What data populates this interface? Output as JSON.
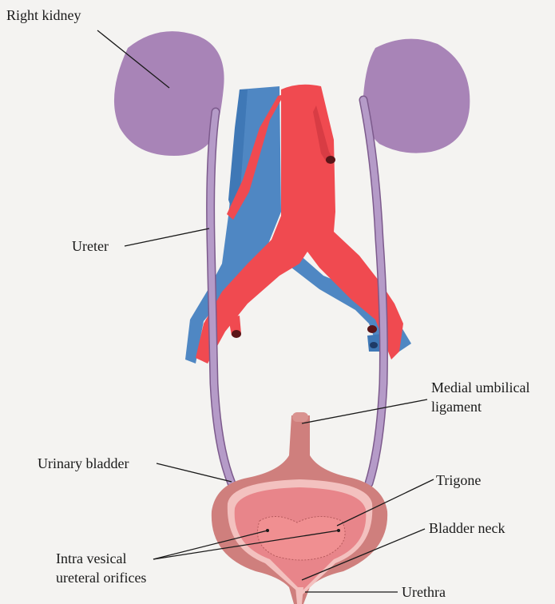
{
  "labels": {
    "right_kidney": "Right kidney",
    "ureter": "Ureter",
    "medial_umbilical_line1": "Medial umbilical",
    "medial_umbilical_line2": "ligament",
    "urinary_bladder": "Urinary bladder",
    "trigone": "Trigone",
    "bladder_neck": "Bladder neck",
    "intra_vesical_line1": "Intra vesical",
    "intra_vesical_line2": "ureteral orifices",
    "urethra": "Urethra"
  },
  "colors": {
    "background": "#f4f3f1",
    "kidney": "#a884b7",
    "kidney_edge": "#7c5a8c",
    "ureter": "#a98cbe",
    "artery": "#f04a50",
    "vein": "#4f87c3",
    "bladder_wall": "#cf7f7d",
    "bladder_inner": "#e8858a",
    "bladder_rim": "#f3c1bf",
    "leader_line": "#1a1a1a"
  }
}
